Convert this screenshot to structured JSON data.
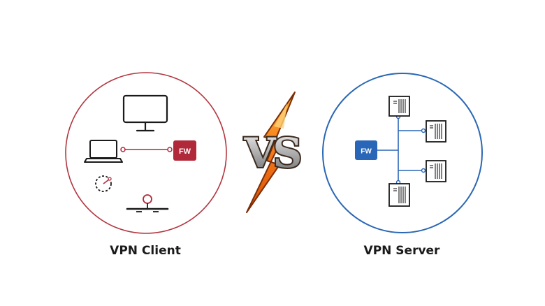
{
  "left_panel": {
    "caption": "VPN Client",
    "firewall_label": "FW",
    "accent_color": "#b0283a",
    "ring_color": "#b2363f"
  },
  "right_panel": {
    "caption": "VPN Server",
    "firewall_label": "FW",
    "accent_color": "#2a66b7",
    "ring_color": "#2a67b5"
  },
  "versus": {
    "text": "VS",
    "bolt_color": "#f47c19"
  }
}
